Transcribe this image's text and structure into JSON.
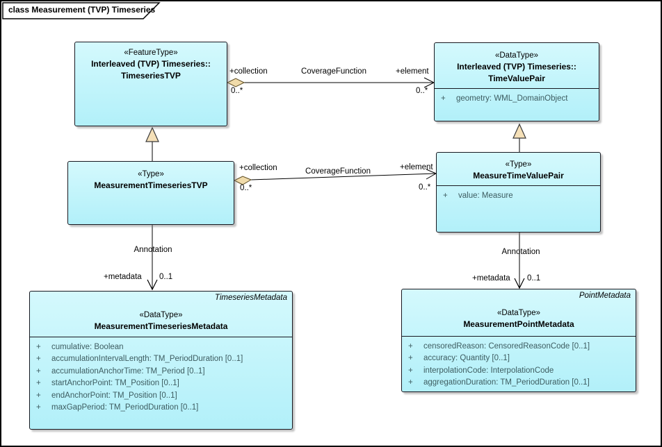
{
  "frame": {
    "title": "class Measurement (TVP) Timeseries"
  },
  "colors": {
    "box_fill": "#b9f2fa",
    "box_border": "#17171f",
    "attribute_text": "#3d5c60",
    "diamond_fill": "#f0dbaa",
    "triangle_fill": "#f5e0b8",
    "shadow": "#9e9e9e"
  },
  "classes": {
    "timeseriesTVP": {
      "stereotype": "«FeatureType»",
      "name1": "Interleaved (TVP) Timeseries::",
      "name2": "TimeseriesTVP"
    },
    "timeValuePair": {
      "stereotype": "«DataType»",
      "name1": "Interleaved (TVP) Timeseries::",
      "name2": "TimeValuePair",
      "attrs": [
        {
          "vis": "+",
          "text": "geometry: WML_DomainObject"
        }
      ]
    },
    "measurementTimeseriesTVP": {
      "stereotype": "«Type»",
      "name1": "MeasurementTimeseriesTVP"
    },
    "measureTimeValuePair": {
      "stereotype": "«Type»",
      "name1": "MeasureTimeValuePair",
      "attrs": [
        {
          "vis": "+",
          "text": "value: Measure"
        }
      ]
    },
    "measurementTimeseriesMetadata": {
      "tag": "TimeseriesMetadata",
      "stereotype": "«DataType»",
      "name1": "MeasurementTimeseriesMetadata",
      "attrs": [
        {
          "vis": "+",
          "text": "cumulative: Boolean"
        },
        {
          "vis": "+",
          "text": "accumulationIntervalLength: TM_PeriodDuration [0..1]"
        },
        {
          "vis": "+",
          "text": "accumulationAnchorTime: TM_Period [0..1]"
        },
        {
          "vis": "+",
          "text": "startAnchorPoint: TM_Position [0..1]"
        },
        {
          "vis": "+",
          "text": "endAnchorPoint: TM_Position [0..1]"
        },
        {
          "vis": "+",
          "text": "maxGapPeriod: TM_PeriodDuration [0..1]"
        }
      ]
    },
    "measurementPointMetadata": {
      "tag": "PointMetadata",
      "stereotype": "«DataType»",
      "name1": "MeasurementPointMetadata",
      "attrs": [
        {
          "vis": "+",
          "text": "censoredReason: CensoredReasonCode [0..1]"
        },
        {
          "vis": "+",
          "text": "accuracy: Quantity [0..1]"
        },
        {
          "vis": "+",
          "text": "interpolationCode: InterpolationCode"
        },
        {
          "vis": "+",
          "text": "aggregationDuration: TM_PeriodDuration [0..1]"
        }
      ]
    }
  },
  "connectors": {
    "assoc1": {
      "source_role": "+collection",
      "name": "CoverageFunction",
      "target_role": "+element",
      "source_mult": "0..*",
      "target_mult": "0..*"
    },
    "assoc2": {
      "source_role": "+collection",
      "name": "CoverageFunction",
      "target_role": "+element",
      "source_mult": "0..*",
      "target_mult": "0..*"
    },
    "anno1": {
      "name": "Annotation",
      "role": "+metadata",
      "mult": "0..1"
    },
    "anno2": {
      "name": "Annotation",
      "role": "+metadata",
      "mult": "0..1"
    }
  }
}
